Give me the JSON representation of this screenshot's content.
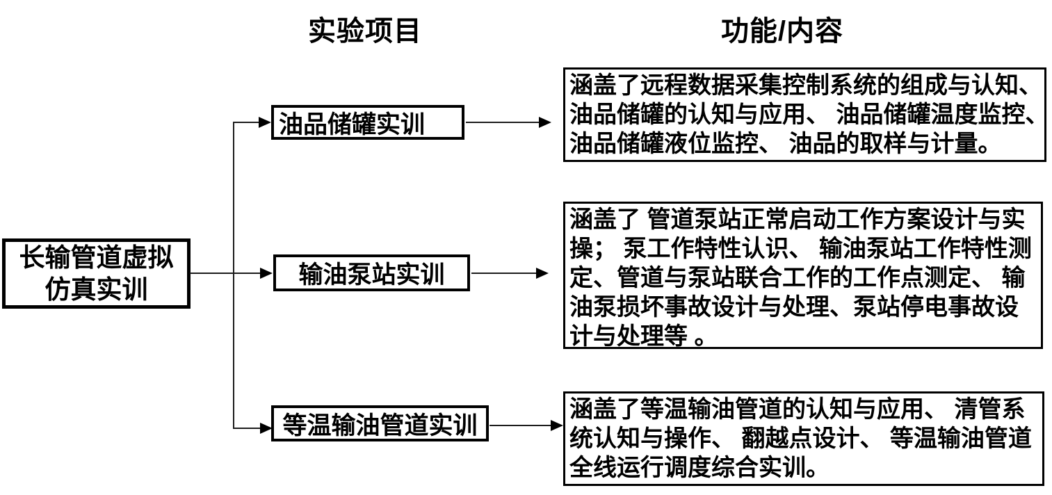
{
  "headers": {
    "projects": "实验项目",
    "content": "功能/内容"
  },
  "root": {
    "lines": [
      "长输管道虚拟",
      "仿真实训"
    ]
  },
  "branches": [
    {
      "project": "油品储罐实训",
      "content_lines": [
        "涵盖了远程数据采集控制系统的组成与认知、",
        "油品储罐的认知与应用、 油品储罐温度监控、",
        "油品储罐液位监控、 油品的取样与计量。"
      ]
    },
    {
      "project": "输油泵站实训",
      "content_lines": [
        "涵盖了 管道泵站正常启动工作方案设计与实",
        "操； 泵工作特性认识、 输油泵站工作特性测",
        "定、管道与泵站联合工作的工作点测定、 输",
        "油泵损坏事故设计与处理、泵站停电事故设",
        "计与处理等 。"
      ]
    },
    {
      "project": "等温输油管道实训",
      "content_lines": [
        "涵盖了等温输油管道的认知与应用、 清管系",
        "统认知与操作、 翻越点设计、 等温输油管道",
        "全线运行调度综合实训。"
      ]
    }
  ],
  "colors": {
    "background": "#ffffff",
    "text": "#000000",
    "box_border": "#000000",
    "connector_line": "#1c1c1c"
  }
}
